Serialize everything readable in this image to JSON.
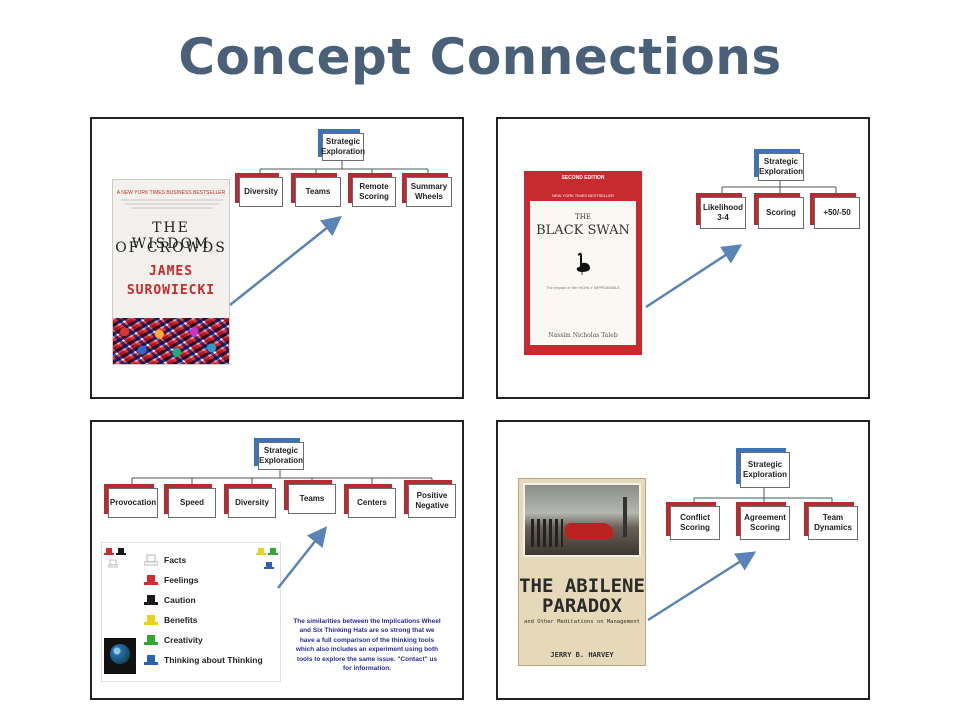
{
  "title": "Concept Connections",
  "colors": {
    "title": "#4a6078",
    "child_accent": "#b52d32",
    "root_accent": "#3b74b8",
    "arrow": "#5a84b6"
  },
  "panels": [
    {
      "root": "Strategic Exploration",
      "children": [
        "Diversity",
        "Teams",
        "Remote Scoring",
        "Summary Wheels"
      ],
      "book": {
        "banner": "A NEW YORK TIMES BUSINESS BESTSELLER",
        "title_line1": "THE WISDOM",
        "title_line2": "OF CROWDS",
        "author_line1": "JAMES",
        "author_line2": "SUROWIECKI"
      }
    },
    {
      "root": "Strategic Exploration",
      "children": [
        "Likelihood 3-4",
        "Scoring",
        "+50/-50"
      ],
      "book": {
        "edition": "SECOND EDITION",
        "banner": "NEW YORK TIMES BESTSELLER",
        "title_line1": "THE",
        "title_line2": "BLACK SWAN",
        "subtitle": "The Impact of the HIGHLY IMPROBABLE",
        "author": "Nassim Nicholas Taleb"
      }
    },
    {
      "root": "Strategic Exploration",
      "children": [
        "Provocation",
        "Speed",
        "Diversity",
        "Teams",
        "Centers",
        "Positive Negative"
      ],
      "hats": [
        {
          "label": "Facts",
          "color": "#ffffff"
        },
        {
          "label": "Feelings",
          "color": "#d22a2a"
        },
        {
          "label": "Caution",
          "color": "#1a1a1a"
        },
        {
          "label": "Benefits",
          "color": "#e8d21c"
        },
        {
          "label": "Creativity",
          "color": "#35a634"
        },
        {
          "label": "Thinking about Thinking",
          "color": "#2c62b5"
        }
      ],
      "note": "The similarities between the Implications Wheel and Six Thinking Hats are so strong that we have a full comparison of the thinking tools which also includes an experiment using both tools to explore the same issue. \"Contact\" us for information."
    },
    {
      "root": "Strategic Exploration",
      "children": [
        "Conflict Scoring",
        "Agreement Scoring",
        "Team Dynamics"
      ],
      "book": {
        "title_line1": "THE ABILENE",
        "title_line2": "PARADOX",
        "subtitle": "and Other Meditations on Management",
        "author": "JERRY B. HARVEY"
      }
    }
  ]
}
